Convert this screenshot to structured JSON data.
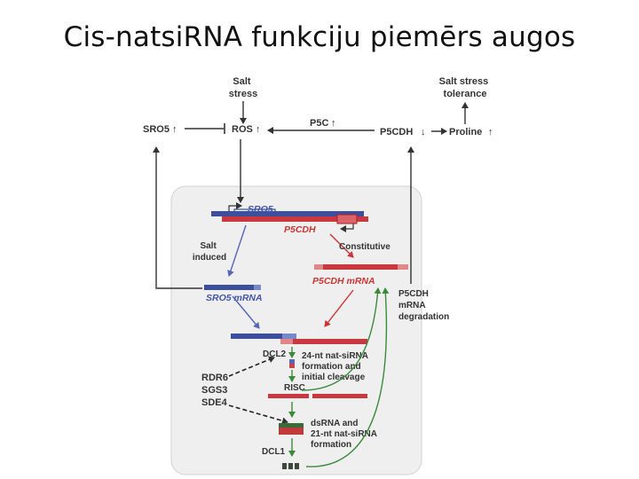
{
  "slide": {
    "title": "Cis-natsiRNA funkciju piemērs augos"
  },
  "diagram": {
    "salt_stress": [
      "Salt",
      "stress"
    ],
    "salt_stress_tolerance": [
      "Salt stress",
      "tolerance"
    ],
    "sro5": "SRO5",
    "ros": "ROS",
    "p5c": "P5C",
    "p5cdh": "P5CDH",
    "proline": "Proline",
    "up_arrow": "↑",
    "down_arrow": "↓",
    "gene_sro5": "SRO5",
    "gene_p5cdh": "P5CDH",
    "salt_induced": [
      "Salt",
      "induced"
    ],
    "constitutive": "Constitutive",
    "sro5_mrna": "SRO5 mRNA",
    "p5cdh_mrna": "P5CDH mRNA",
    "p5cdh_degradation": [
      "P5CDH",
      "mRNA",
      "degradation"
    ],
    "dcl2": "DCL2",
    "natsirna_24": [
      "24-nt nat-siRNA",
      "formation and",
      "initial cleavage"
    ],
    "risc": "RISC",
    "rdr6_group": [
      "RDR6",
      "SGS3",
      "SDE4"
    ],
    "dsrna": [
      "dsRNA and",
      "21-nt nat-siRNA",
      "formation"
    ],
    "dcl1": "DCL1"
  },
  "colors": {
    "blue_strand": "#3b4f9c",
    "red_strand": "#c8383e",
    "green_arrow": "#3a8a3a",
    "panel_bg": "#efefef"
  }
}
